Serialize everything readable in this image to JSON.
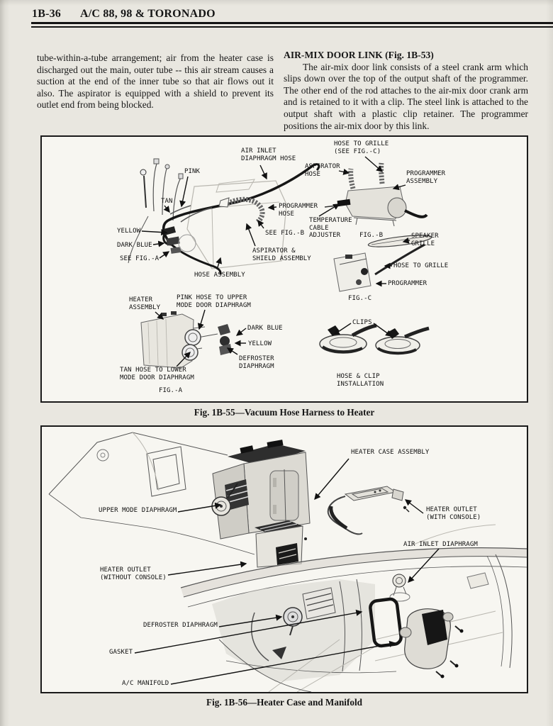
{
  "colors": {
    "page_bg": "#e9e7e0",
    "figure_bg": "#f7f6f1",
    "ink": "#161616"
  },
  "header": {
    "page_number": "1B-36",
    "title": "A/C 88, 98 & TORONADO"
  },
  "columns": {
    "left_paragraph": "tube-within-a-tube arrangement; air from the heater case is discharged out the main, outer tube -- this air stream causes a suction at the end of the inner tube so that air flows out it also. The aspirator is equipped with a shield to prevent its outlet end from being blocked.",
    "right_heading": "AIR-MIX DOOR LINK (Fig. 1B-53)",
    "right_paragraph": "The air-mix door link consists of a steel crank arm which slips down over the top of the output shaft of the programmer. The other end of the rod attaches to the air-mix door crank arm and is retained to it with a clip. The steel link is attached to the output shaft with a plastic clip retainer. The programmer positions the air-mix door by this link."
  },
  "figure1": {
    "caption": "Fig. 1B-55—Vacuum Hose Harness to Heater",
    "labels": {
      "air_inlet_diaphragm_hose": "AIR INLET\nDIAPHRAGM HOSE",
      "pink": "PINK",
      "tan": "TAN",
      "yellow": "YELLOW",
      "dark_blue": "DARK BLUE",
      "see_fig_a": "SEE FIG.-A",
      "hose_assembly": "HOSE ASSEMBLY",
      "programmer_hose": "PROGRAMMER\nHOSE",
      "see_fig_b": "SEE FIG.-B",
      "aspirator_shield_assembly": "ASPIRATOR &\nSHIELD ASSEMBLY",
      "hose_to_grille_see_fig_c": "HOSE TO GRILLE\n(SEE FIG.-C)",
      "aspirator_hose": "ASPIRATOR\nHOSE",
      "programmer_assembly": "PROGRAMMER\nASSEMBLY",
      "temperature_cable_adjuster": "TEMPERATURE\nCABLE\nADJUSTER",
      "fig_b": "FIG.-B",
      "speaker_grille": "SPEAKER\nGRILLE",
      "hose_to_grille": "HOSE TO GRILLE",
      "programmer": "PROGRAMMER",
      "fig_c": "FIG.-C",
      "clips": "CLIPS",
      "hose_and_clip_installation": "HOSE & CLIP\nINSTALLATION",
      "heater_assembly": "HEATER\nASSEMBLY",
      "pink_hose_upper": "PINK HOSE TO UPPER\nMODE DOOR DIAPHRAGM",
      "dark_blue_2": "DARK BLUE",
      "yellow_2": "YELLOW",
      "defroster_diaphragm": "DEFROSTER\nDIAPHRAGM",
      "tan_hose_lower": "TAN HOSE TO LOWER\nMODE DOOR DIAPHRAGM",
      "fig_a": "FIG.-A"
    }
  },
  "figure2": {
    "caption": "Fig. 1B-56—Heater Case and Manifold",
    "labels": {
      "heater_case_assembly": "HEATER CASE ASSEMBLY",
      "upper_mode_diaphragm": "UPPER MODE DIAPHRAGM",
      "heater_outlet_with_console": "HEATER OUTLET\n(WITH CONSOLE)",
      "heater_outlet_without_console": "HEATER OUTLET\n(WITHOUT CONSOLE)",
      "air_inlet_diaphragm": "AIR INLET DIAPHRAGM",
      "defroster_diaphragm": "DEFROSTER DIAPHRAGM",
      "gasket": "GASKET",
      "ac_manifold": "A/C MANIFOLD"
    }
  }
}
